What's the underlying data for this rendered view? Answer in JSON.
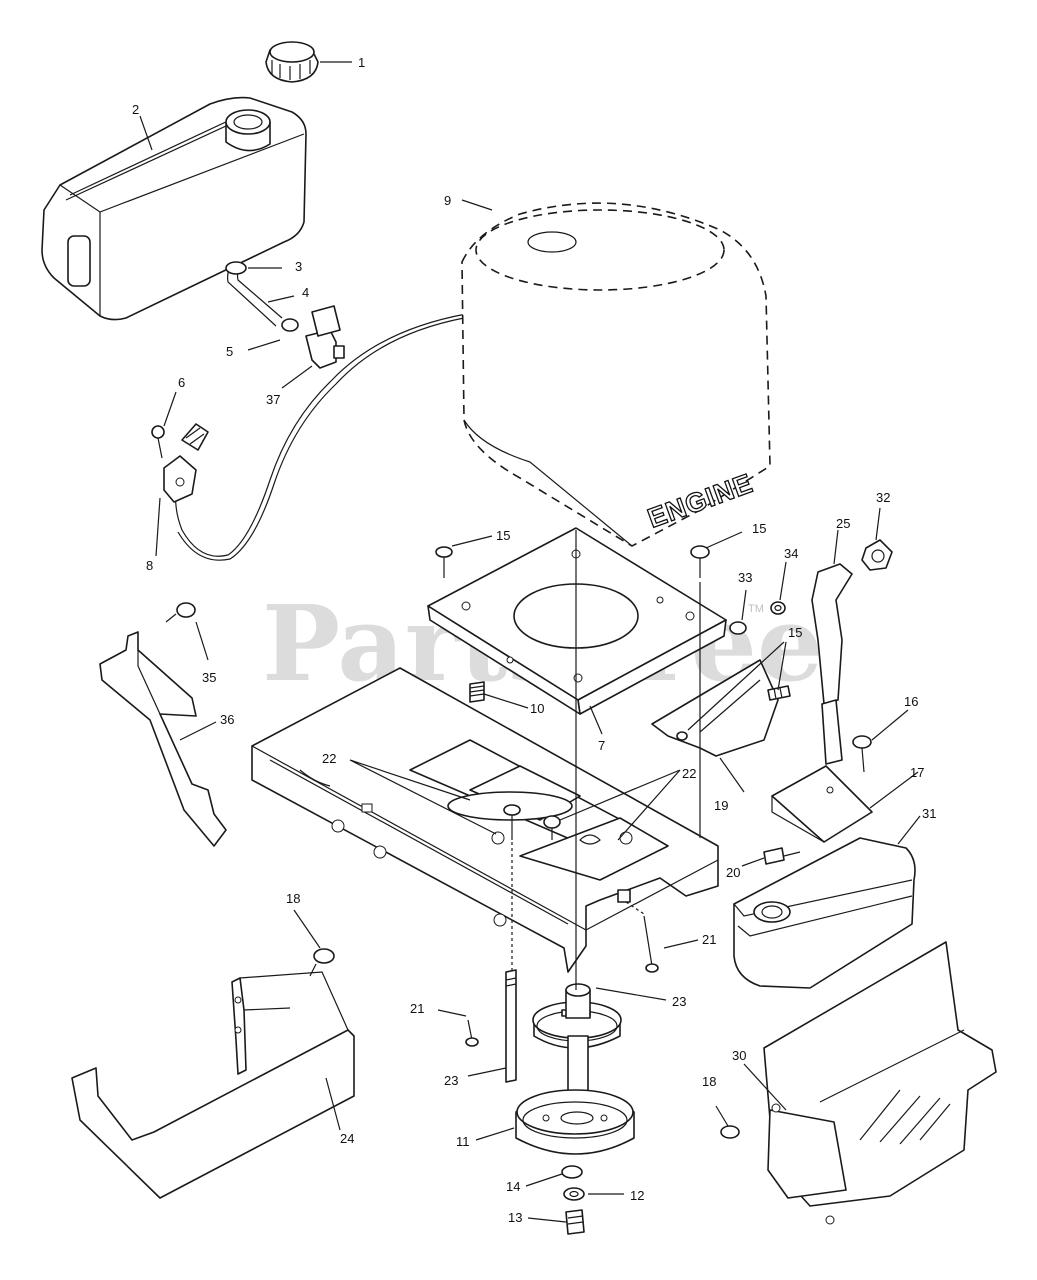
{
  "watermark": {
    "text": "PartsTree",
    "trademark": "TM"
  },
  "engine_label": "ENGINE",
  "callouts": [
    "1",
    "2",
    "3",
    "4",
    "5",
    "37",
    "6",
    "8",
    "9",
    "15",
    "15",
    "25",
    "32",
    "34",
    "33",
    "15",
    "35",
    "36",
    "10",
    "7",
    "16",
    "17",
    "19",
    "22",
    "22",
    "31",
    "20",
    "18",
    "21",
    "21",
    "23",
    "23",
    "30",
    "18",
    "24",
    "11",
    "14",
    "12",
    "13"
  ]
}
